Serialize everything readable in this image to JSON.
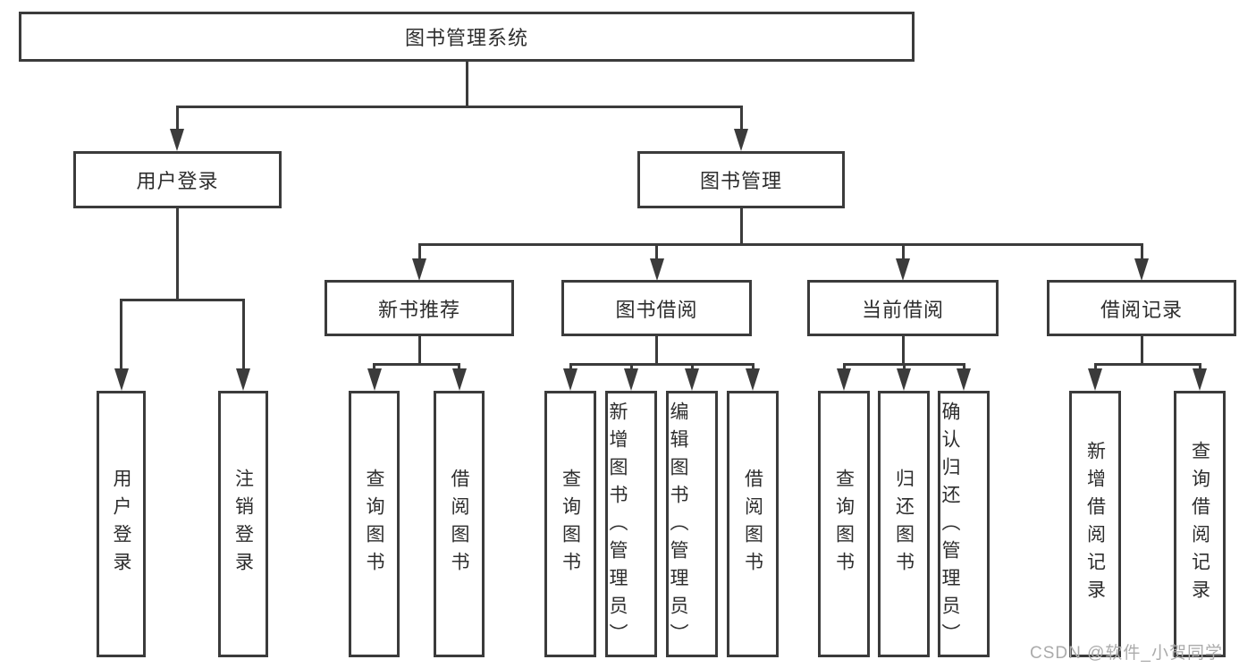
{
  "diagram": {
    "root": {
      "label": "图书管理系统"
    },
    "level2": [
      {
        "label": "用户登录"
      },
      {
        "label": "图书管理"
      }
    ],
    "level3": [
      {
        "label": "新书推荐"
      },
      {
        "label": "图书借阅"
      },
      {
        "label": "当前借阅"
      },
      {
        "label": "借阅记录"
      }
    ],
    "leaves": {
      "user_login": [
        {
          "label": "用户登录"
        },
        {
          "label": "注销登录"
        }
      ],
      "new_book": [
        {
          "label": "查询图书"
        },
        {
          "label": "借阅图书"
        }
      ],
      "book_borrow": [
        {
          "label": "查询图书"
        },
        {
          "label": "新增图书（管理员）"
        },
        {
          "label": "编辑图书（管理员）"
        },
        {
          "label": "借阅图书"
        }
      ],
      "current_borrow": [
        {
          "label": "查询图书"
        },
        {
          "label": "归还图书"
        },
        {
          "label": "确认归还（管理员）"
        }
      ],
      "borrow_records": [
        {
          "label": "新增借阅记录"
        },
        {
          "label": "查询借阅记录"
        }
      ]
    },
    "watermark": "CSDN @软件_小贺同学",
    "colors": {
      "line": "#3b3b3b",
      "text": "#2d2d2d",
      "watermark": "#ababab",
      "background": "#ffffff"
    }
  }
}
